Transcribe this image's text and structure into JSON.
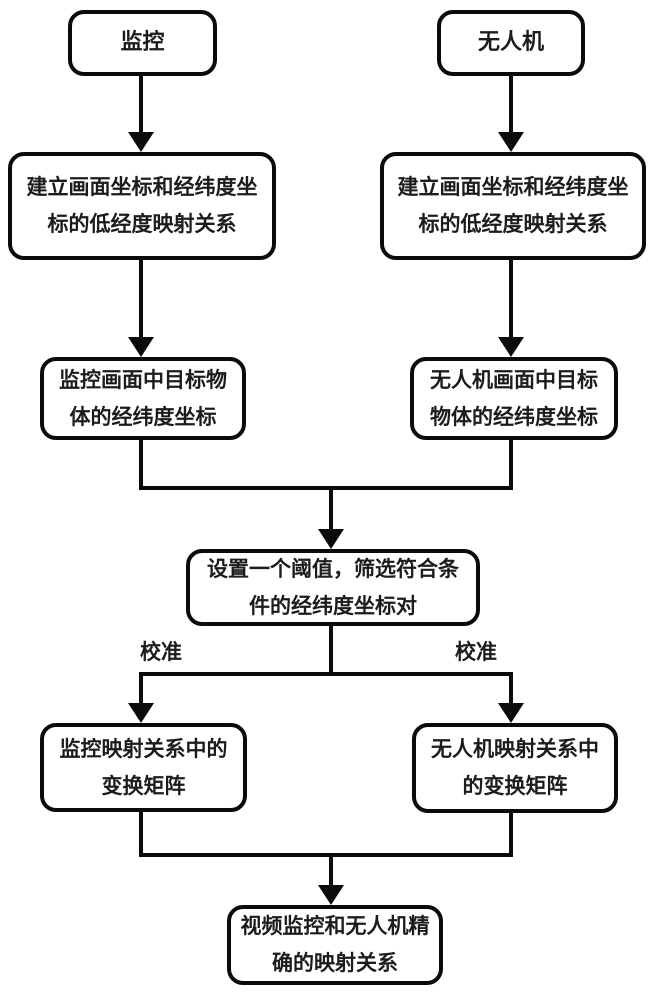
{
  "diagram": {
    "type": "flowchart",
    "colors": {
      "background": "#ffffff",
      "line": "#0b0b0b",
      "text": "#1c1c1c",
      "node_fill": "#ffffff"
    },
    "nodes": [
      {
        "id": "monitor",
        "label": "监控"
      },
      {
        "id": "drone",
        "label": "无人机"
      },
      {
        "id": "monitor-lowres-mapping",
        "label": "建立画面坐标和经纬度坐\n标的低经度映射关系"
      },
      {
        "id": "drone-lowres-mapping",
        "label": "建立画面坐标和经纬度坐\n标的低经度映射关系"
      },
      {
        "id": "monitor-target-coords",
        "label": "监控画面中目标物\n体的经纬度坐标"
      },
      {
        "id": "drone-target-coords",
        "label": "无人机画面中目标\n物体的经纬度坐标"
      },
      {
        "id": "threshold-filter",
        "label": "设置一个阈值，筛选符合条\n件的经纬度坐标对"
      },
      {
        "id": "monitor-transform-matrix",
        "label": "监控映射关系中的\n变换矩阵"
      },
      {
        "id": "drone-transform-matrix",
        "label": "无人机映射关系中\n的变换矩阵"
      },
      {
        "id": "final-mapping",
        "label": "视频监控和无人机精\n确的映射关系"
      }
    ],
    "edge_labels": [
      {
        "id": "calibrate-left",
        "label": "校准"
      },
      {
        "id": "calibrate-right",
        "label": "校准"
      }
    ]
  }
}
